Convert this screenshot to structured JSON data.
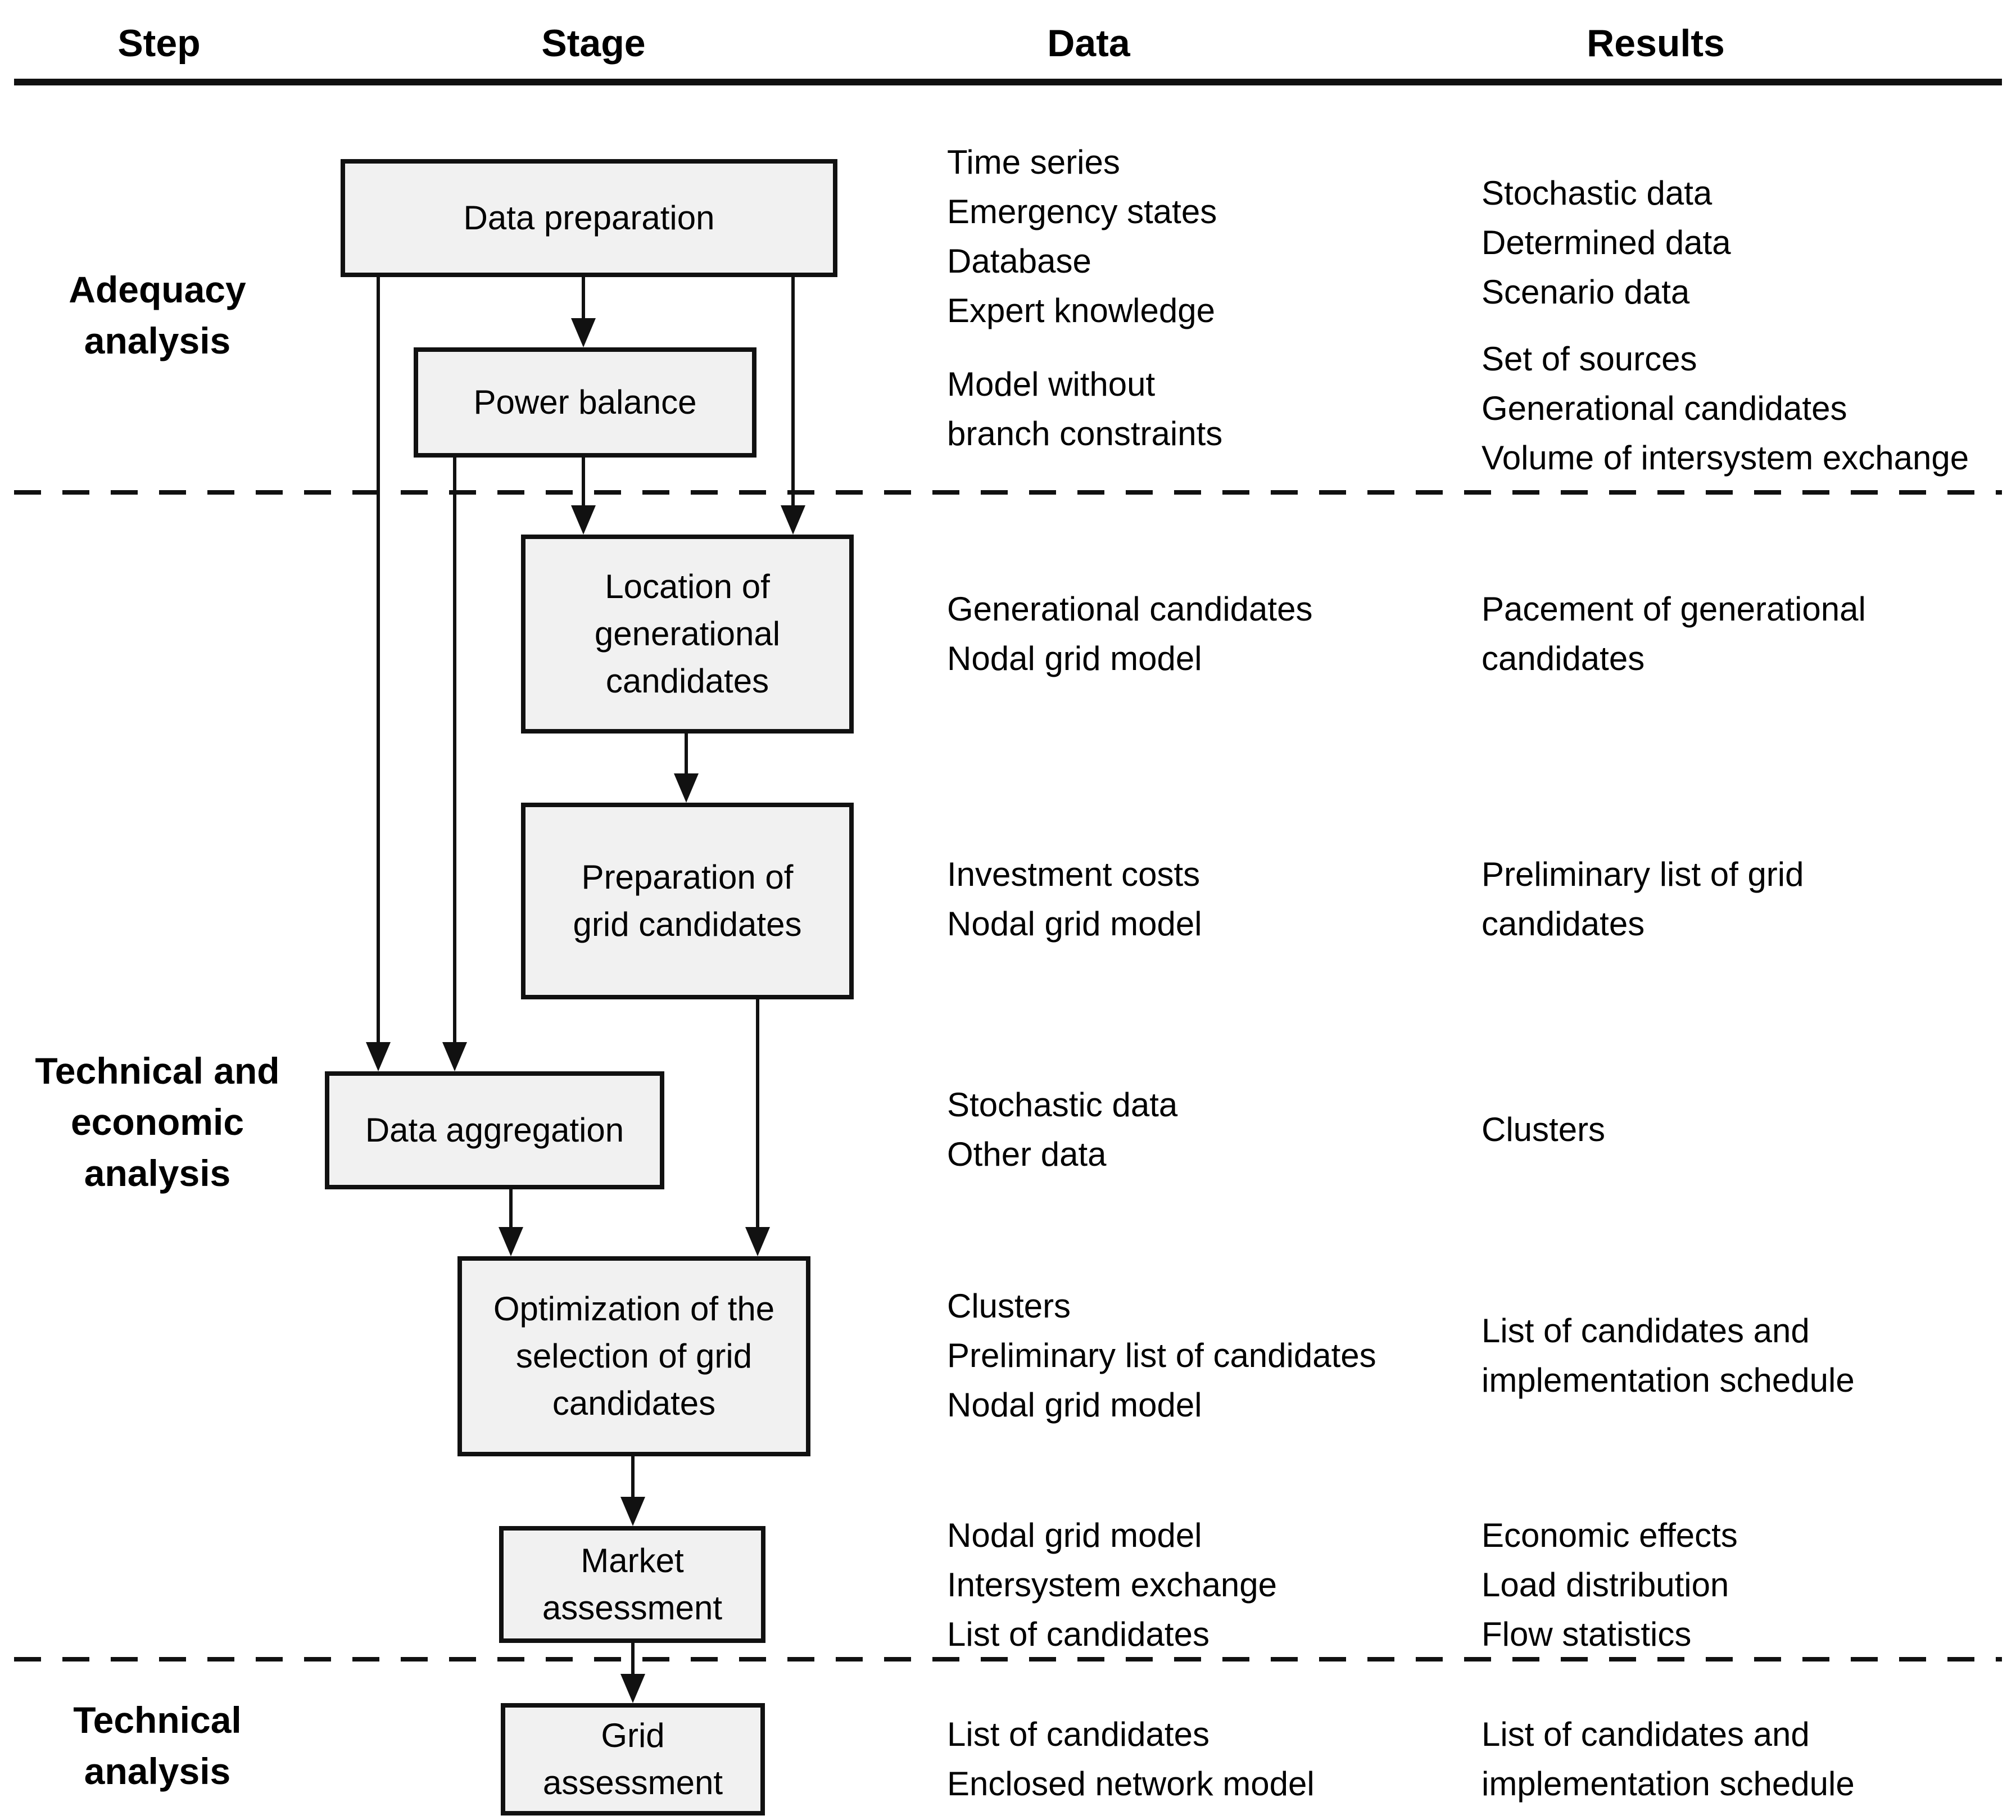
{
  "header": {
    "step": "Step",
    "stage": "Stage",
    "data": "Data",
    "results": "Results"
  },
  "steps": [
    {
      "label": "Adequacy\nanalysis"
    },
    {
      "label": "Technical and\neconomic\nanalysis"
    },
    {
      "label": "Technical\nanalysis"
    }
  ],
  "stages": [
    {
      "label": "Data preparation"
    },
    {
      "label": "Power balance"
    },
    {
      "label": "Location of\ngenerational\ncandidates"
    },
    {
      "label": "Preparation of\ngrid candidates"
    },
    {
      "label": "Data aggregation"
    },
    {
      "label": "Optimization of the\nselection of grid\ncandidates"
    },
    {
      "label": "Market\nassessment"
    },
    {
      "label": "Grid\nassessment"
    }
  ],
  "rows": [
    {
      "data": [
        "Time series",
        "Emergency states",
        "Database",
        "Expert knowledge"
      ],
      "results": [
        "Stochastic data",
        "Determined data",
        "Scenario data"
      ]
    },
    {
      "data": [
        "Model without",
        "branch constraints"
      ],
      "results": [
        "Set of sources",
        "Generational candidates",
        "Volume of intersystem exchange"
      ]
    },
    {
      "data": [
        "Generational candidates",
        "Nodal grid model"
      ],
      "results": [
        "Pacement of generational",
        "candidates"
      ]
    },
    {
      "data": [
        "Investment costs",
        "Nodal grid model"
      ],
      "results": [
        "Preliminary list of grid",
        "candidates"
      ]
    },
    {
      "data": [
        "Stochastic data",
        "Other data"
      ],
      "results": [
        "Clusters"
      ]
    },
    {
      "data": [
        "Clusters",
        "Preliminary list of candidates",
        "Nodal grid model"
      ],
      "results": [
        "List of candidates and",
        "implementation schedule"
      ]
    },
    {
      "data": [
        "Nodal grid model",
        "Intersystem exchange",
        "List of candidates"
      ],
      "results": [
        "Economic effects",
        "Load distribution",
        "Flow statistics"
      ]
    },
    {
      "data": [
        "List of candidates",
        "Enclosed network model"
      ],
      "results": [
        "List of candidates and",
        "implementation schedule"
      ]
    }
  ],
  "colors": {
    "background": "#ffffff",
    "box_fill": "#f1f1f1",
    "box_border": "#111111",
    "line": "#111111",
    "text": "#000000"
  }
}
